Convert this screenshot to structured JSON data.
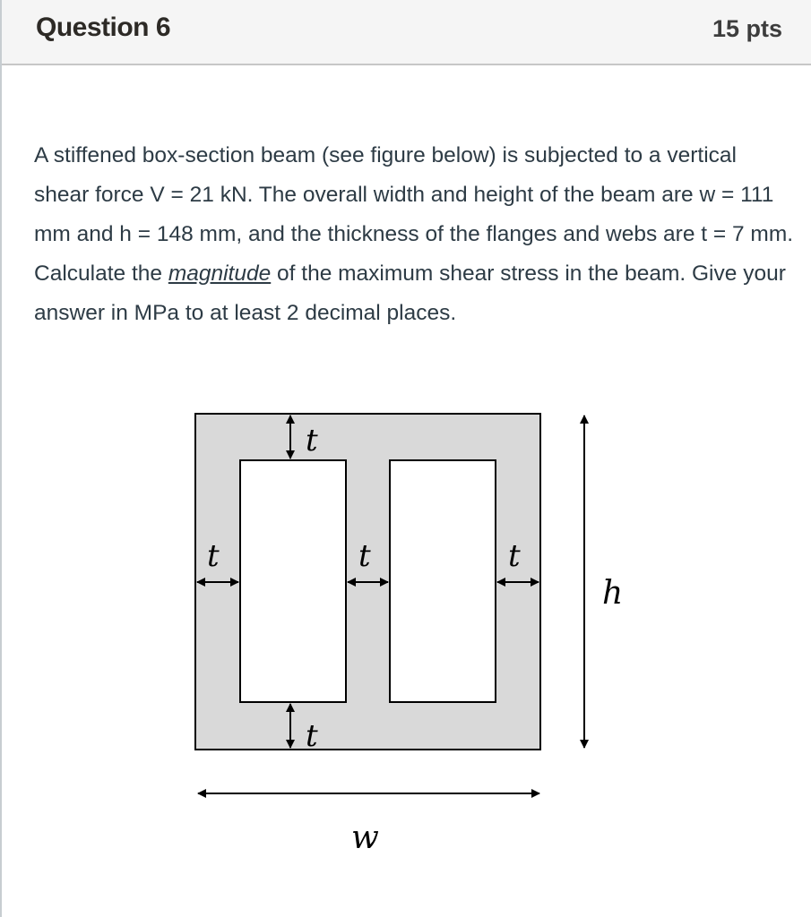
{
  "question": {
    "title": "Question 6",
    "points": "15 pts",
    "text_part1": "A stiffened box-section beam (see figure below) is subjected to a vertical shear force V = 21 kN. The overall width and height of the beam are w = 111 mm and h = 148 mm, and the thickness of the flanges and webs are t = 7 mm. Calculate the ",
    "text_emphasis": "magnitude",
    "text_part2": " of the maximum shear stress in the beam. Give your answer in MPa to at least 2 decimal places."
  },
  "figure": {
    "label_thickness": "t",
    "label_height": "h",
    "label_width": "w",
    "fill_color": "#d9d9d9"
  }
}
